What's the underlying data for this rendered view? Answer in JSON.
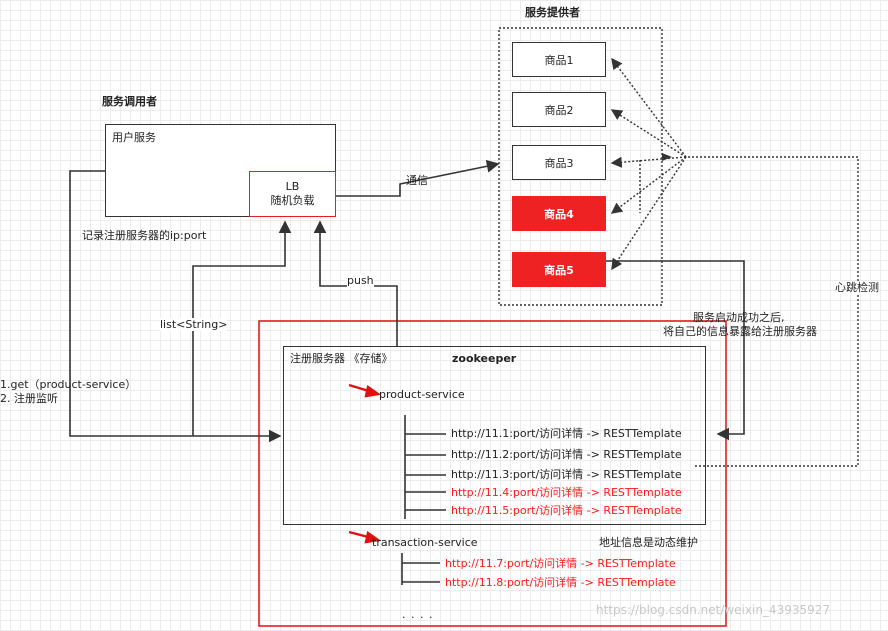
{
  "service_consumer_title": "服务调用者",
  "provider_title": "服务提供者",
  "user_service_label": "用户服务",
  "lb": {
    "line1": "LB",
    "line2": "随机负载"
  },
  "products": [
    {
      "label": "商品1",
      "highlight": false
    },
    {
      "label": "商品2",
      "highlight": false
    },
    {
      "label": "商品3",
      "highlight": false
    },
    {
      "label": "商品4",
      "highlight": true
    },
    {
      "label": "商品5",
      "highlight": true
    }
  ],
  "edge_labels": {
    "communication": "通信",
    "record_ip": "记录注册服务器的ip:port",
    "push": "push",
    "list": "list<String>",
    "get_line1": "1.get（product-service）",
    "get_line2": "2. 注册监听",
    "startup_line1": "服务启动成功之后,",
    "startup_line2": "将自己的信息暴露给注册服务器",
    "heartbeat": "心跳检测",
    "dynamic": "地址信息是动态维护"
  },
  "registry": {
    "title": "注册服务器 《存储》",
    "brand": "zookeeper",
    "product_service": "product-service",
    "product_entries": [
      "http://11.1:port/访问详情 -> RESTTemplate",
      "http://11.2:port/访问详情 -> RESTTemplate",
      "http://11.3:port/访问详情 -> RESTTemplate",
      "http://11.4:port/访问详情 -> RESTTemplate",
      "http://11.5:port/访问详情 -> RESTTemplate"
    ],
    "transaction_service": "transaction-service",
    "transaction_entries": [
      "http://11.7:port/访问详情 -> RESTTemplate",
      "http://11.8:port/访问详情 -> RESTTemplate"
    ],
    "ellipsis": ". . . ."
  },
  "watermark": "https://blog.csdn.net/weixin_43935927",
  "colors": {
    "red": "#ff1a1a",
    "line": "#333333",
    "highlight_box": "#ee2222"
  }
}
